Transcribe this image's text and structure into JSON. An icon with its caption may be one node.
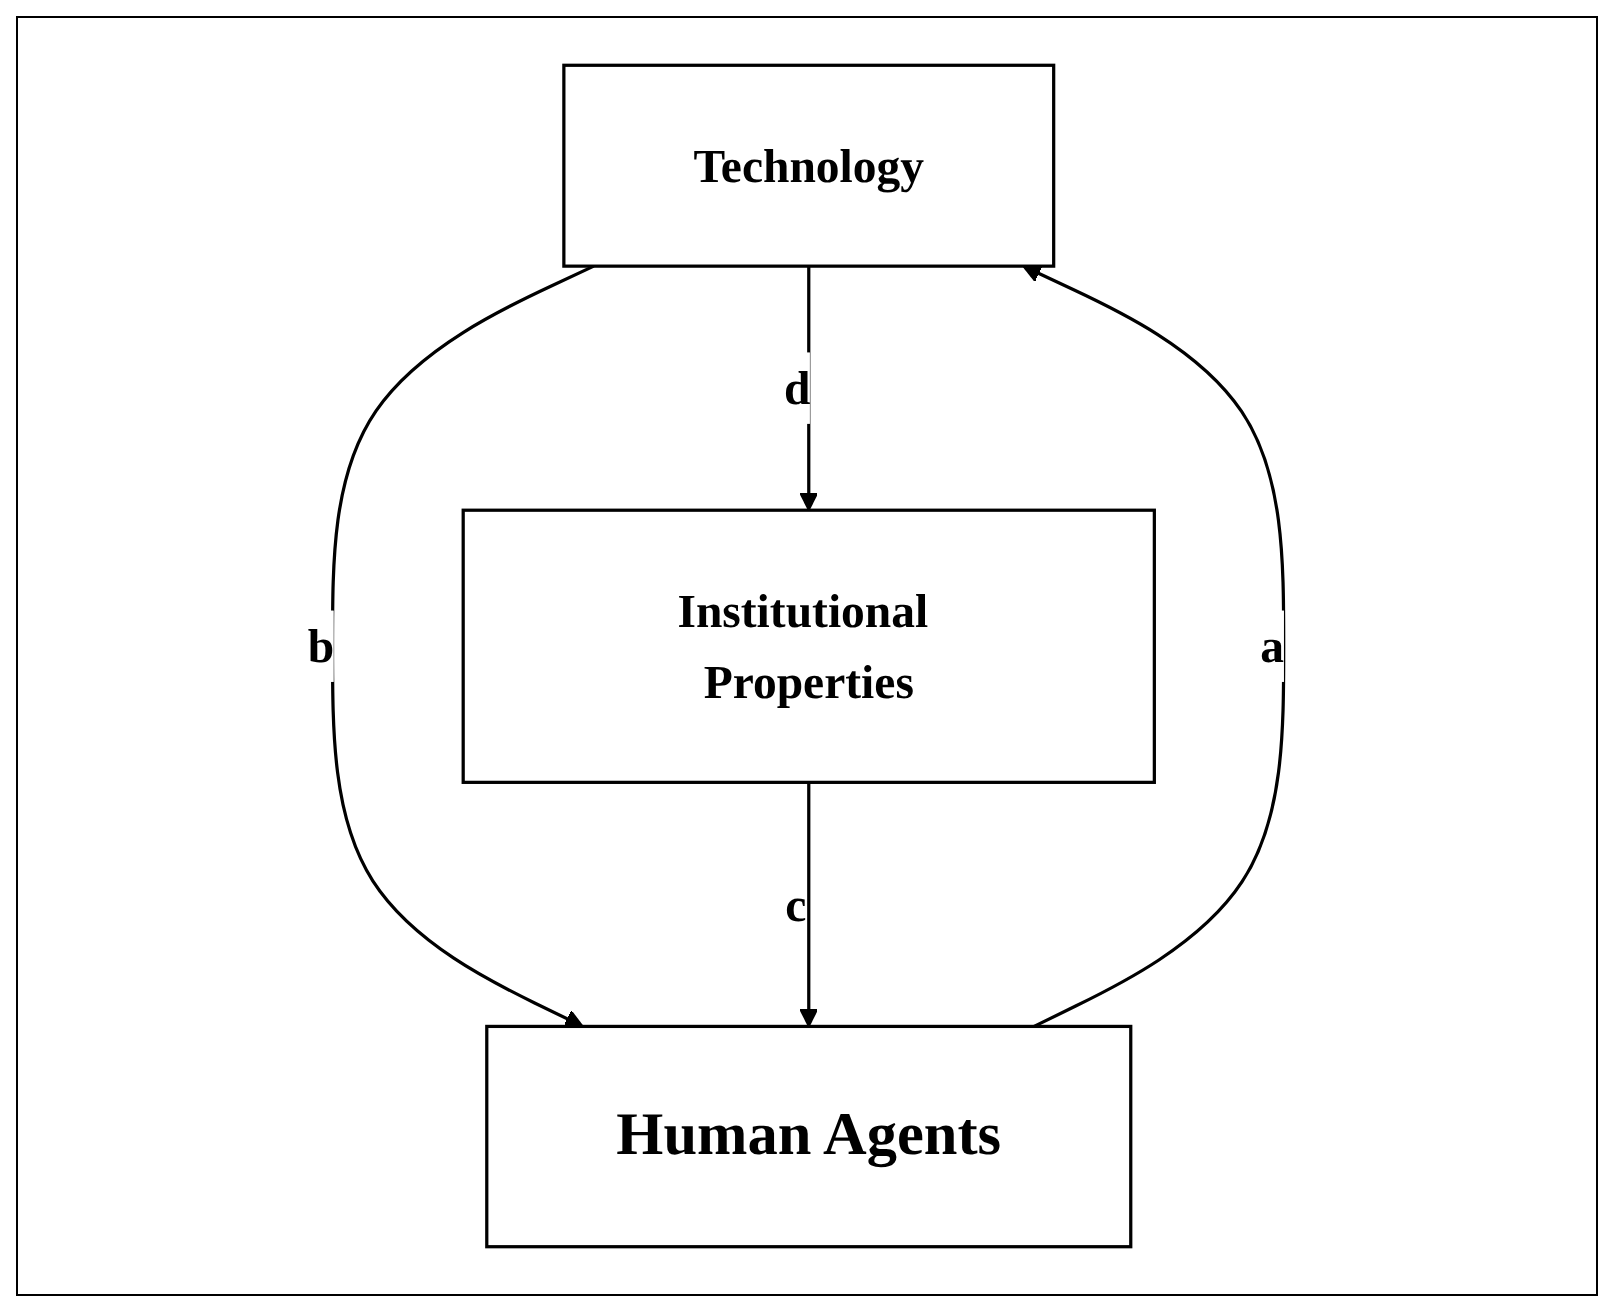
{
  "diagram": {
    "nodes": [
      {
        "text": [
          "Technology"
        ]
      },
      {
        "text": [
          "Institutional Properties"
        ]
      },
      {
        "text": [
          "Human Agents"
        ]
      }
    ],
    "edges": [
      {
        "from": 0,
        "to": 1,
        "arrow": "to",
        "label": "d"
      },
      {
        "from": 0,
        "to": 2,
        "arrow": "to",
        "label": "b"
      },
      {
        "from": 2,
        "to": 0,
        "arrow": "to",
        "label": "a"
      },
      {
        "from": 1,
        "to": 2,
        "arrow": "to",
        "label": "c"
      }
    ]
  }
}
